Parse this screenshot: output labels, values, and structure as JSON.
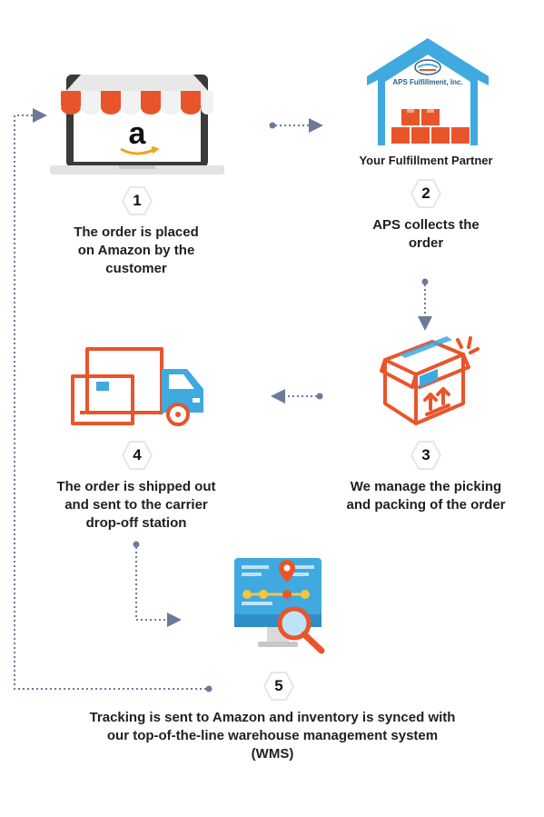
{
  "colors": {
    "orange": "#e8552b",
    "blue": "#3fa9e0",
    "dark": "#3a3a3a",
    "connector": "#6b7a99"
  },
  "steps": [
    {
      "number": "1",
      "text": "The order is placed\non Amazon by the\ncustomer",
      "icon": "amazon-store-icon"
    },
    {
      "number": "2",
      "text": "APS collects the\norder",
      "icon": "warehouse-icon"
    },
    {
      "number": "3",
      "text": "We manage the picking\nand packing of the order",
      "icon": "package-box-icon"
    },
    {
      "number": "4",
      "text": "The order is shipped out\nand sent to the carrier\ndrop-off station",
      "icon": "delivery-truck-icon"
    },
    {
      "number": "5",
      "text": "Tracking is sent to Amazon and inventory is synced with\nour top-of-the-line warehouse management system\n(WMS)",
      "icon": "wms-monitor-icon"
    }
  ],
  "warehouse": {
    "brand": "APS Fulfillment, Inc.",
    "caption": "Your Fulfillment Partner"
  },
  "amazon_logo": "a"
}
